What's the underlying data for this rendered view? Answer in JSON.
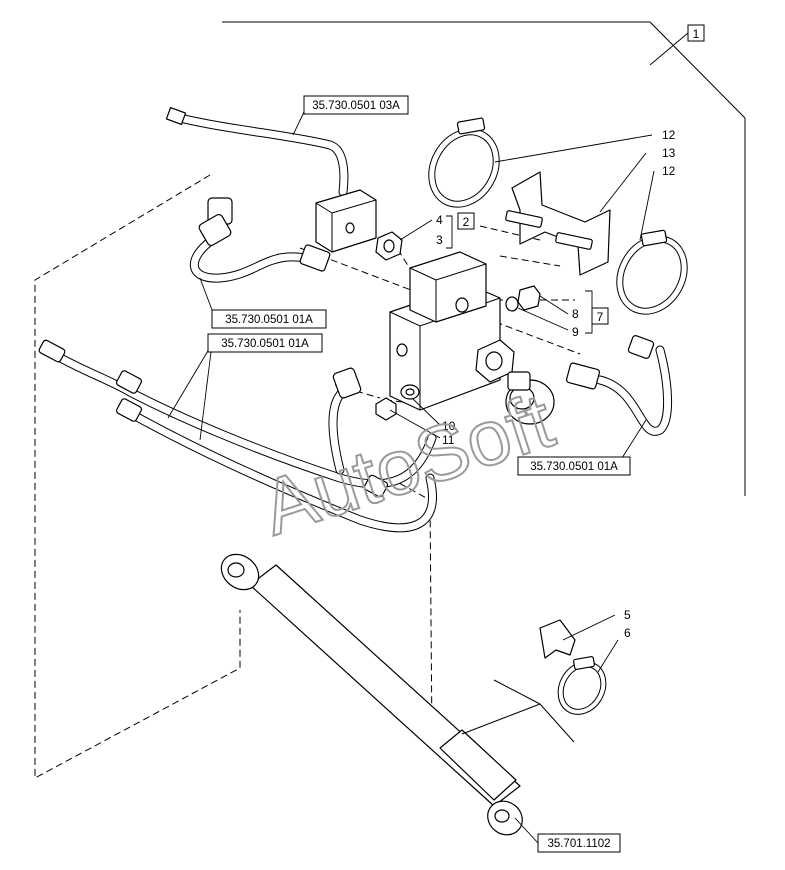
{
  "refs": {
    "r03A": "35.730.0501 03A",
    "r01A_a": "35.730.0501 01A",
    "r01A_b": "35.730.0501 01A",
    "r01A_c": "35.730.0501 01A",
    "r1102": "35.701.1102"
  },
  "boxes": {
    "b1": "1",
    "b2": "2",
    "b7": "7"
  },
  "numbers": {
    "n12a": "12",
    "n13": "13",
    "n12b": "12",
    "n4": "4",
    "n3": "3",
    "n8": "8",
    "n9": "9",
    "n10": "10",
    "n11": "11",
    "n5": "5",
    "n6": "6"
  },
  "watermark": "AutoSoft"
}
